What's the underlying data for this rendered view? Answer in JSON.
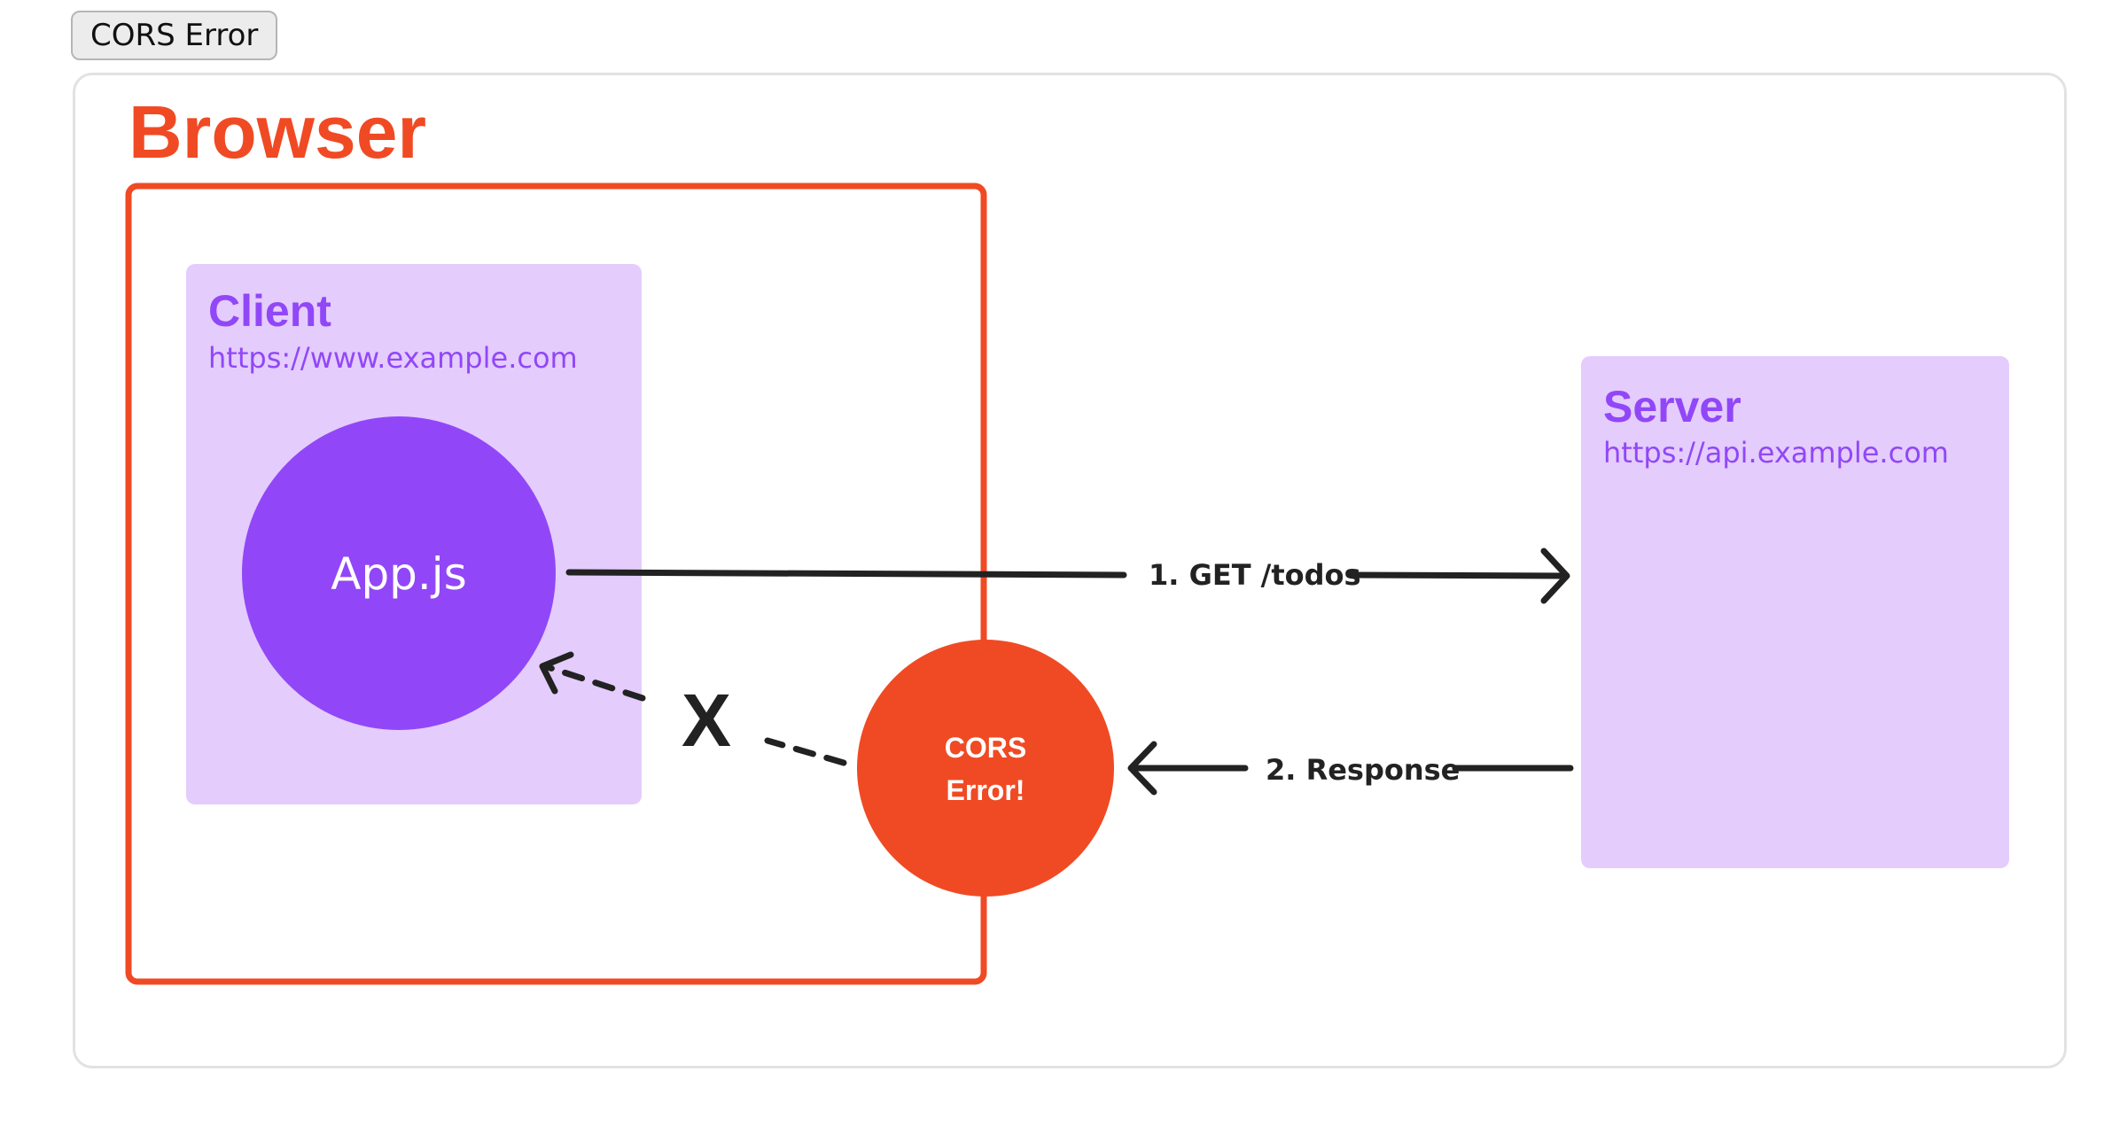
{
  "toolbar": {
    "button_label": "CORS Error"
  },
  "diagram": {
    "browser": {
      "title": "Browser"
    },
    "client": {
      "title": "Client",
      "url": "https://www.example.com",
      "app_label": "App.js"
    },
    "server": {
      "title": "Server",
      "url": "https://api.example.com"
    },
    "request_arrow": {
      "label": "1. GET /todos"
    },
    "response_arrow": {
      "label": "2. Response"
    },
    "blocked_mark": "X",
    "error_node": {
      "line1": "CORS",
      "line2": "Error!"
    }
  },
  "colors": {
    "browser_accent": "#f04a24",
    "client_box": "#e4ccfd",
    "client_text": "#9147f7",
    "app_circle": "#9147f7",
    "error_circle": "#f04a24",
    "arrow": "#222222"
  }
}
